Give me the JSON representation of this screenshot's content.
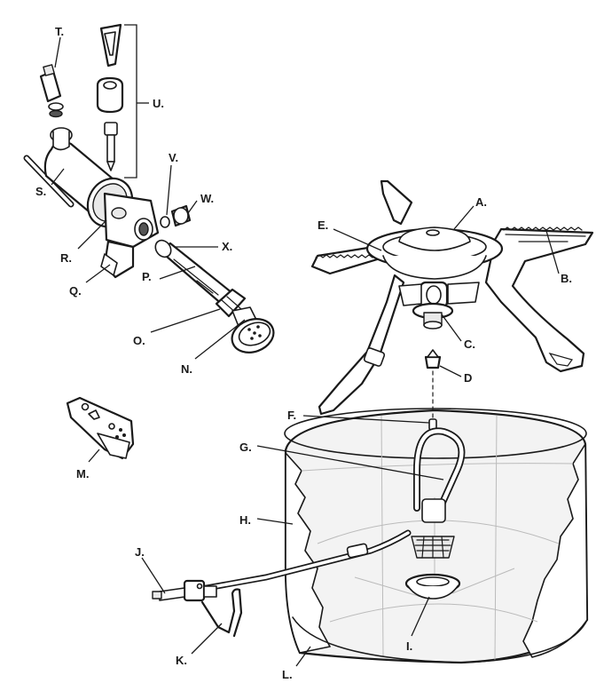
{
  "diagram": {
    "labels": {
      "A": "A.",
      "B": "B.",
      "C": "C.",
      "D": "D",
      "E": "E.",
      "F": "F.",
      "G": "G.",
      "H": "H.",
      "I": "I.",
      "J": "J.",
      "K": "K.",
      "L": "L.",
      "M": "M.",
      "N": "N.",
      "O": "O.",
      "P": "P.",
      "Q": "Q.",
      "R": "R.",
      "S": "S.",
      "T": "T.",
      "U": "U.",
      "V": "V.",
      "W": "W.",
      "X": "X."
    }
  }
}
